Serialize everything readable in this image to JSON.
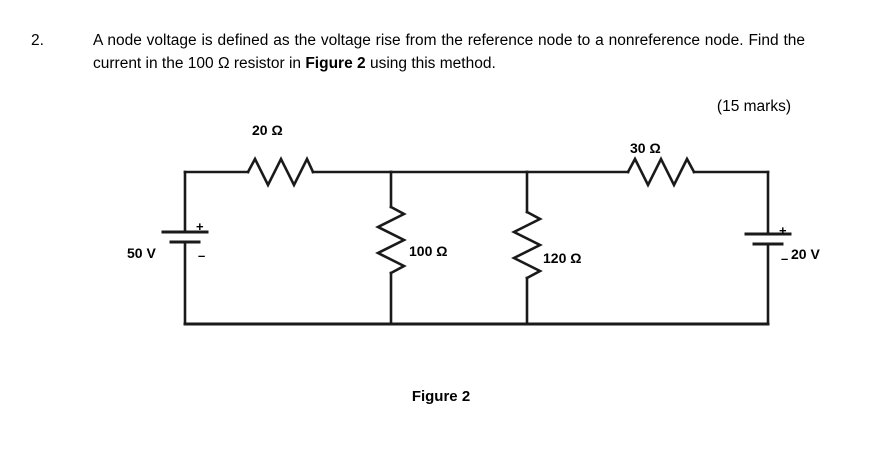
{
  "question": {
    "number": "2.",
    "text_before_figref": "A node voltage is defined as the voltage rise from the reference node to a nonreference node. Find the current in the 100 Ω resistor in",
    "figure_reference": "Figure 2",
    "text_after_figref": "using this method.",
    "marks": "(15 marks)"
  },
  "figure": {
    "caption": "Figure 2"
  },
  "circuit": {
    "components": {
      "r20": {
        "label": "20 Ω",
        "value": 20,
        "unit": "Ω",
        "orientation": "horizontal",
        "position": "top-left-branch"
      },
      "r30": {
        "label": "30 Ω",
        "value": 30,
        "unit": "Ω",
        "orientation": "horizontal",
        "position": "top-right-branch"
      },
      "r100": {
        "label": "100 Ω",
        "value": 100,
        "unit": "Ω",
        "orientation": "vertical",
        "position": "middle-left-shunt"
      },
      "r120": {
        "label": "120 Ω",
        "value": 120,
        "unit": "Ω",
        "orientation": "vertical",
        "position": "middle-right-shunt"
      },
      "v50": {
        "label": "50 V",
        "value": 50,
        "unit": "V",
        "orientation": "vertical",
        "position": "left-branch",
        "plus_marker": "+",
        "minus_marker": "–"
      },
      "v20": {
        "label": "20 V",
        "value": 20,
        "unit": "V",
        "orientation": "vertical",
        "position": "right-branch",
        "plus_marker": "+",
        "minus_marker": "–"
      }
    },
    "colors": {
      "wire": "#1a1a1a",
      "text": "#000000",
      "background": "#ffffff"
    }
  }
}
